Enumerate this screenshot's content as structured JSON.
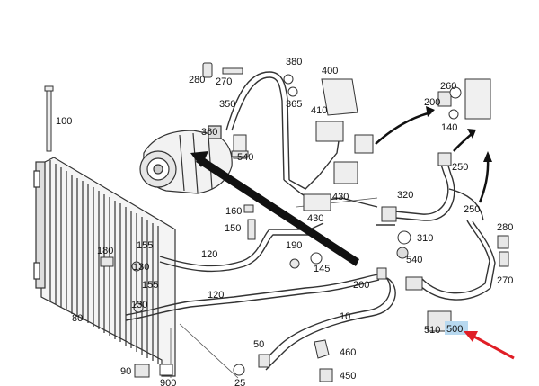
{
  "diagram": {
    "part_labels": [
      "100",
      "280",
      "270",
      "380",
      "400",
      "350",
      "365",
      "410",
      "360",
      "540",
      "260",
      "200",
      "140",
      "250",
      "160",
      "150",
      "320",
      "430",
      "430",
      "310",
      "280",
      "250",
      "180",
      "155",
      "130",
      "120",
      "190",
      "145",
      "540",
      "200",
      "155",
      "130",
      "120",
      "270",
      "80",
      "10",
      "510",
      "500",
      "50",
      "460",
      "90",
      "900",
      "25",
      "450"
    ],
    "highlighted_label": "500"
  },
  "colors": {
    "line": "#333333",
    "highlight_fill": "#b8d9f0",
    "arrow": "#e01e26",
    "background": "#ffffff"
  }
}
